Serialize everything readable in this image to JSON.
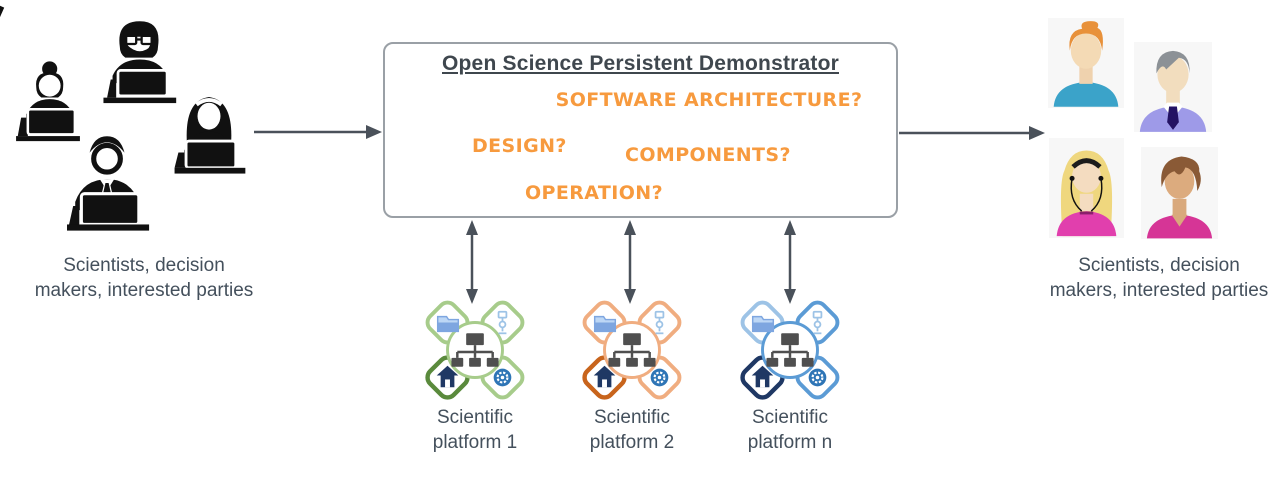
{
  "left_group": {
    "label": "Scientists, decision makers, interested parties",
    "figures": [
      "woman-with-bun-at-laptop",
      "man-with-glasses-at-laptop",
      "woman-with-headband-at-laptop",
      "man-with-tie-at-laptop"
    ]
  },
  "demonstrator": {
    "title": "Open Science Persistent Demonstrator",
    "questions": {
      "software_architecture": "SOFTWARE ARCHITECTURE?",
      "design": "DESIGN?",
      "components": "COMPONENTS?",
      "operation": "OPERATION?"
    }
  },
  "right_group": {
    "label": "Scientists, decision makers, interested parties",
    "avatars": [
      "man-orange-hair-teal-shirt",
      "man-gray-hair-purple-shirt-tie",
      "woman-blonde-headphones-pink-shirt",
      "woman-brown-hair-magenta-shirt"
    ]
  },
  "platforms": [
    {
      "label": "Scientific platform 1",
      "color": "#A7CC8B",
      "accent": "#5A8A3C"
    },
    {
      "label": "Scientific platform 2",
      "color": "#F0AD80",
      "accent": "#C8641C"
    },
    {
      "label": "Scientific platform n",
      "color": "#5B9BD5",
      "accent": "#1F3864"
    }
  ],
  "platform_icon_parts": [
    "folder-icon",
    "workflow-icon",
    "home-icon",
    "globe-gear-icon",
    "hierarchy-icon"
  ],
  "colors": {
    "question_text": "#F79A3E",
    "title_text": "#3F474E",
    "label_text": "#44505C",
    "arrow": "#4A515A",
    "box_border": "#9AA0A6",
    "silhouette": "#111111",
    "avatar_card_bg": "#F7F7F7"
  }
}
